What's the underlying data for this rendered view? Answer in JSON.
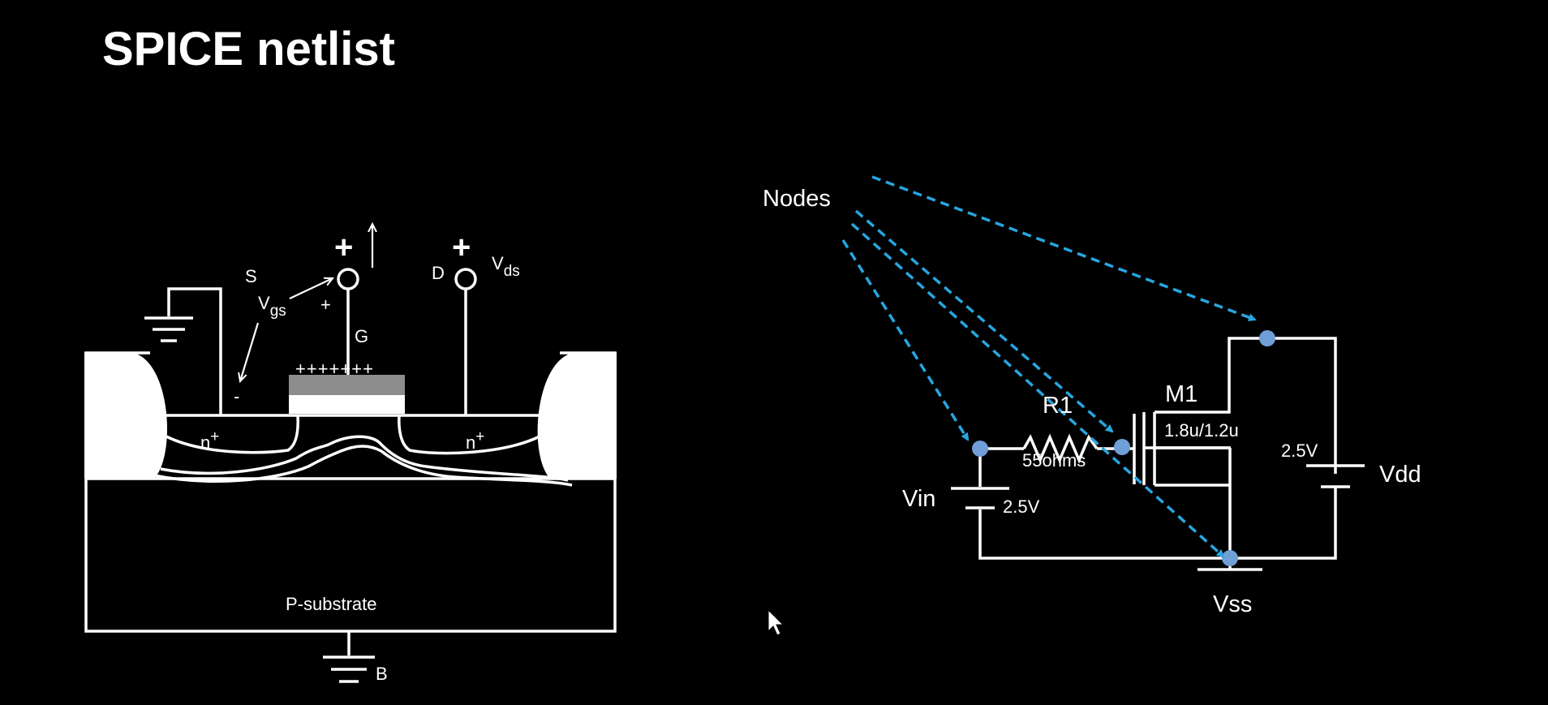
{
  "slide": {
    "title": "SPICE netlist",
    "background_color": "#000000"
  },
  "mosfet": {
    "source_label": "S",
    "drain_label": "D",
    "gate_label": "G",
    "body_label": "B",
    "vgs_main": "V",
    "vgs_sub": "gs",
    "vds_main": "V",
    "vds_sub": "ds",
    "gate_plus": "+",
    "drain_plus": "+",
    "vgs_plus": "+",
    "vgs_minus": "-",
    "gate_charges": "+++++++",
    "n_left_main": "n",
    "n_left_sup": "+",
    "n_right_main": "n",
    "n_right_sup": "+",
    "substrate_label": "P-substrate"
  },
  "circuit": {
    "nodes_label": "Nodes",
    "r1_name": "R1",
    "r1_value": "55ohms",
    "m1_name": "M1",
    "m1_size": "1.8u/1.2u",
    "vin_name": "Vin",
    "vin_value": "2.5V",
    "vdd_name": "Vdd",
    "vdd_value": "2.5V",
    "vss_name": "Vss",
    "arrow_color": "#27a6e0",
    "node_color": "#6f9fd6"
  },
  "cursor": {
    "icon": "mouse-pointer-icon"
  }
}
